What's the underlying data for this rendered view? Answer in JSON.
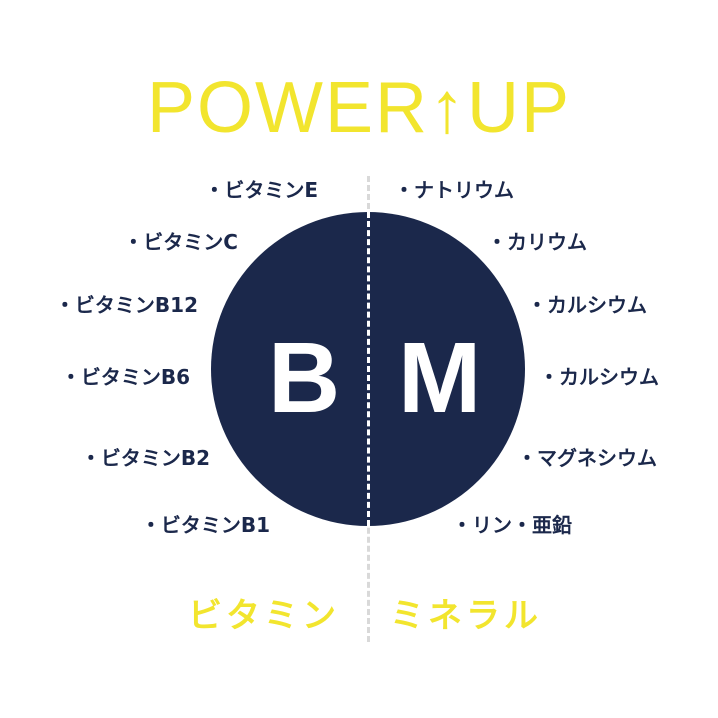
{
  "title": {
    "text_before": "POWER",
    "arrow": "↑",
    "text_after": "UP"
  },
  "circle": {
    "left_letter": "B",
    "right_letter": "M",
    "color": "#1b284b"
  },
  "vitamins": [
    "・ビタミンE",
    "・ビタミンC",
    "・ビタミンB12",
    "・ビタミンB6",
    "・ビタミンB2",
    "・ビタミンB1"
  ],
  "minerals": [
    "・ナトリウム",
    "・カリウム",
    "・カルシウム",
    "・カルシウム",
    "・マグネシウム",
    "・リン・亜鉛"
  ],
  "categories": {
    "left": "ビタミン",
    "right": "ミネラル"
  },
  "colors": {
    "accent": "#f2e52e",
    "navy": "#1b284b"
  }
}
